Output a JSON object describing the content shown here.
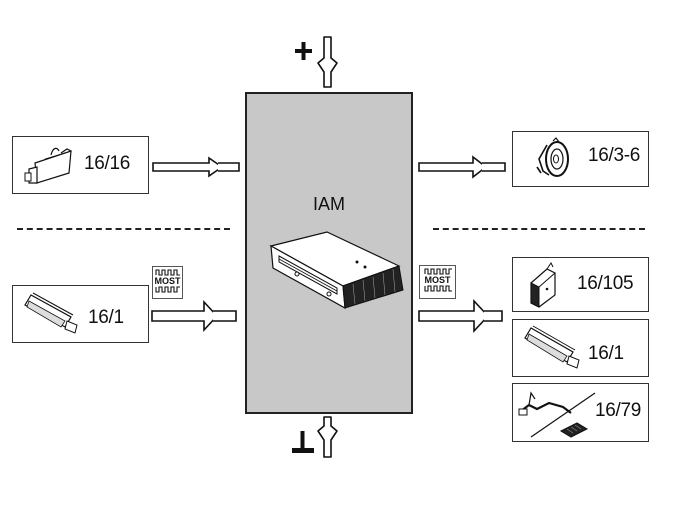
{
  "central_module": {
    "label": "IAM",
    "fill_color": "#c8c8c8",
    "icon": "infotainment-audio-module-icon"
  },
  "power": {
    "supply_symbol": "+",
    "supply_icon": "power-supply-arrow-icon",
    "ground_symbol": "ground-icon",
    "ground_icon": "ground-arrow-icon"
  },
  "inputs": [
    {
      "label": "16/16",
      "icon": "control-module-icon",
      "bus": ""
    },
    {
      "label": "16/1",
      "icon": "display-module-icon",
      "bus": "MOST"
    }
  ],
  "outputs": [
    {
      "label": "16/3-6",
      "icon": "speaker-icon",
      "bus": ""
    },
    {
      "label": "16/105",
      "icon": "amplifier-module-icon",
      "bus": "MOST"
    },
    {
      "label": "16/1",
      "icon": "display-module-icon",
      "bus": "MOST"
    },
    {
      "label": "16/79",
      "icon": "antenna-module-icon",
      "bus": "MOST"
    }
  ],
  "bus_badge": {
    "text": "MOST",
    "icon": "most-bus-icon"
  }
}
